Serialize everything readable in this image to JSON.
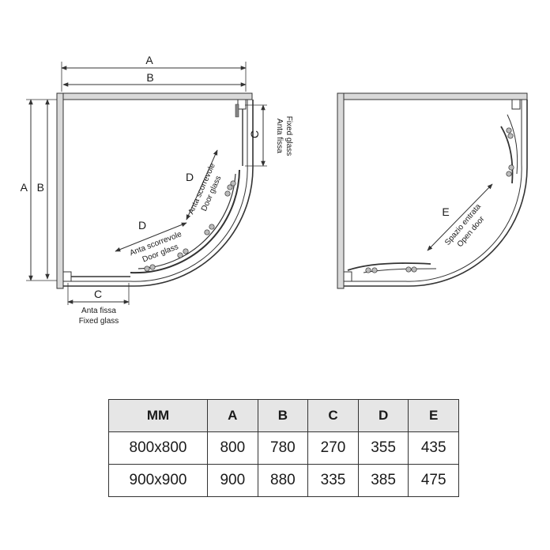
{
  "left_diagram": {
    "dim_a": "A",
    "dim_b": "B",
    "dim_c": "C",
    "dim_d": "D",
    "fixed_glass_it": "Anta fissa",
    "fixed_glass_en": "Fixed glass",
    "door_glass_it": "Anta scorrevole",
    "door_glass_en": "Door glass"
  },
  "right_diagram": {
    "dim_e": "E",
    "open_door_it": "Spazio entrata",
    "open_door_en": "Open door"
  },
  "table": {
    "headers": [
      "MM",
      "A",
      "B",
      "C",
      "D",
      "E"
    ],
    "rows": [
      [
        "800x800",
        "800",
        "780",
        "270",
        "355",
        "435"
      ],
      [
        "900x900",
        "900",
        "880",
        "335",
        "385",
        "475"
      ]
    ]
  }
}
